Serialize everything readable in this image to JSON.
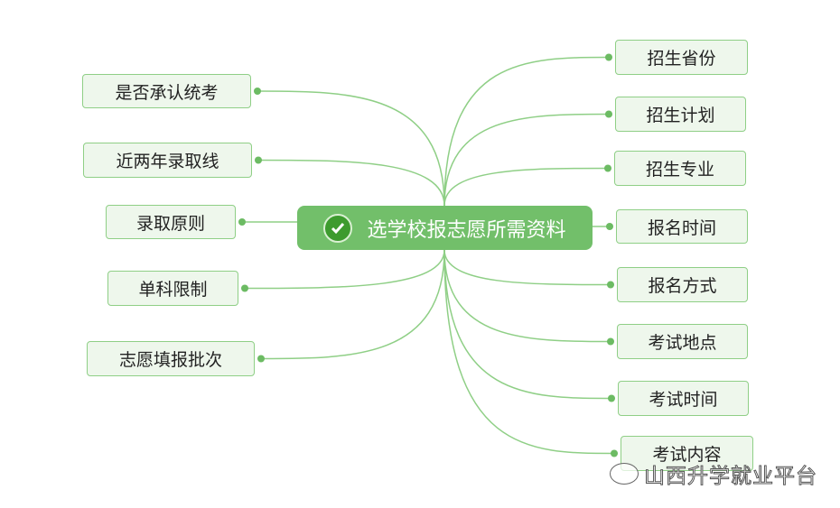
{
  "center": {
    "label": "选学校报志愿所需资料",
    "icon": "check-circle-icon"
  },
  "left_nodes": [
    {
      "label": "是否承认统考"
    },
    {
      "label": "近两年录取线"
    },
    {
      "label": "录取原则"
    },
    {
      "label": "单科限制"
    },
    {
      "label": "志愿填报批次"
    }
  ],
  "right_nodes": [
    {
      "label": "招生省份"
    },
    {
      "label": "招生计划"
    },
    {
      "label": "招生专业"
    },
    {
      "label": "报名时间"
    },
    {
      "label": "报名方式"
    },
    {
      "label": "考试地点"
    },
    {
      "label": "考试时间"
    },
    {
      "label": "考试内容"
    }
  ],
  "watermark": {
    "label": "山西升学就业平台",
    "icon": "wechat-icon"
  },
  "colors": {
    "line": "#8fcf86",
    "center": "#72bf6a",
    "dot": "#6cbb63"
  }
}
